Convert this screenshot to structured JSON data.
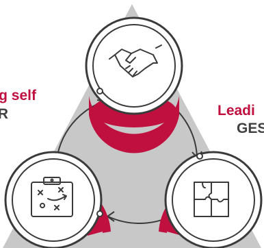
{
  "colors": {
    "accent": "#C0103F",
    "triangle": "#C8C8C8",
    "ring": "#3A3A3A",
    "secondary_text": "#404040",
    "node_fill": "#FFFFFF"
  },
  "labels": {
    "left_line1": "g self",
    "left_line2": "R",
    "right_line1": "Leadi",
    "right_line2": "GES"
  },
  "nodes": [
    {
      "id": "top",
      "icon": "handshake-icon"
    },
    {
      "id": "bottom-left",
      "icon": "strategy-board-icon"
    },
    {
      "id": "bottom-right",
      "icon": "puzzle-icon"
    }
  ]
}
